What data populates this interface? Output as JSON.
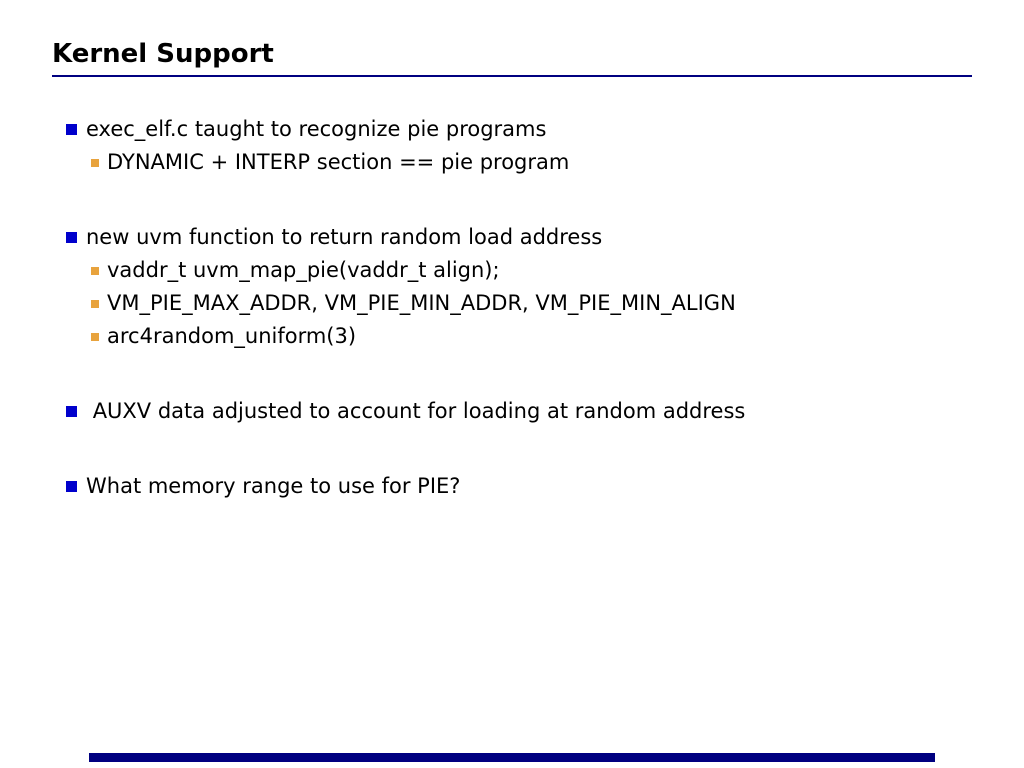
{
  "slide": {
    "title": "Kernel Support",
    "colors": {
      "title_rule": "#000080",
      "bullet_level1": "#0000cc",
      "bullet_level2": "#e8a33d",
      "footer_bar": "#000080"
    },
    "bullets": [
      {
        "level": 1,
        "text": "exec_elf.c taught to recognize pie programs"
      },
      {
        "level": 2,
        "text": "DYNAMIC + INTERP section == pie program"
      },
      {
        "level": 1,
        "text": "new uvm function to return random load address"
      },
      {
        "level": 2,
        "text": "vaddr_t uvm_map_pie(vaddr_t align);"
      },
      {
        "level": 2,
        "text": "VM_PIE_MAX_ADDR, VM_PIE_MIN_ADDR, VM_PIE_MIN_ALIGN"
      },
      {
        "level": 2,
        "text": "arc4random_uniform(3)"
      },
      {
        "level": 1,
        "text": " AUXV data adjusted to account for loading at random address"
      },
      {
        "level": 1,
        "text": "What memory range to use for PIE?"
      }
    ]
  }
}
